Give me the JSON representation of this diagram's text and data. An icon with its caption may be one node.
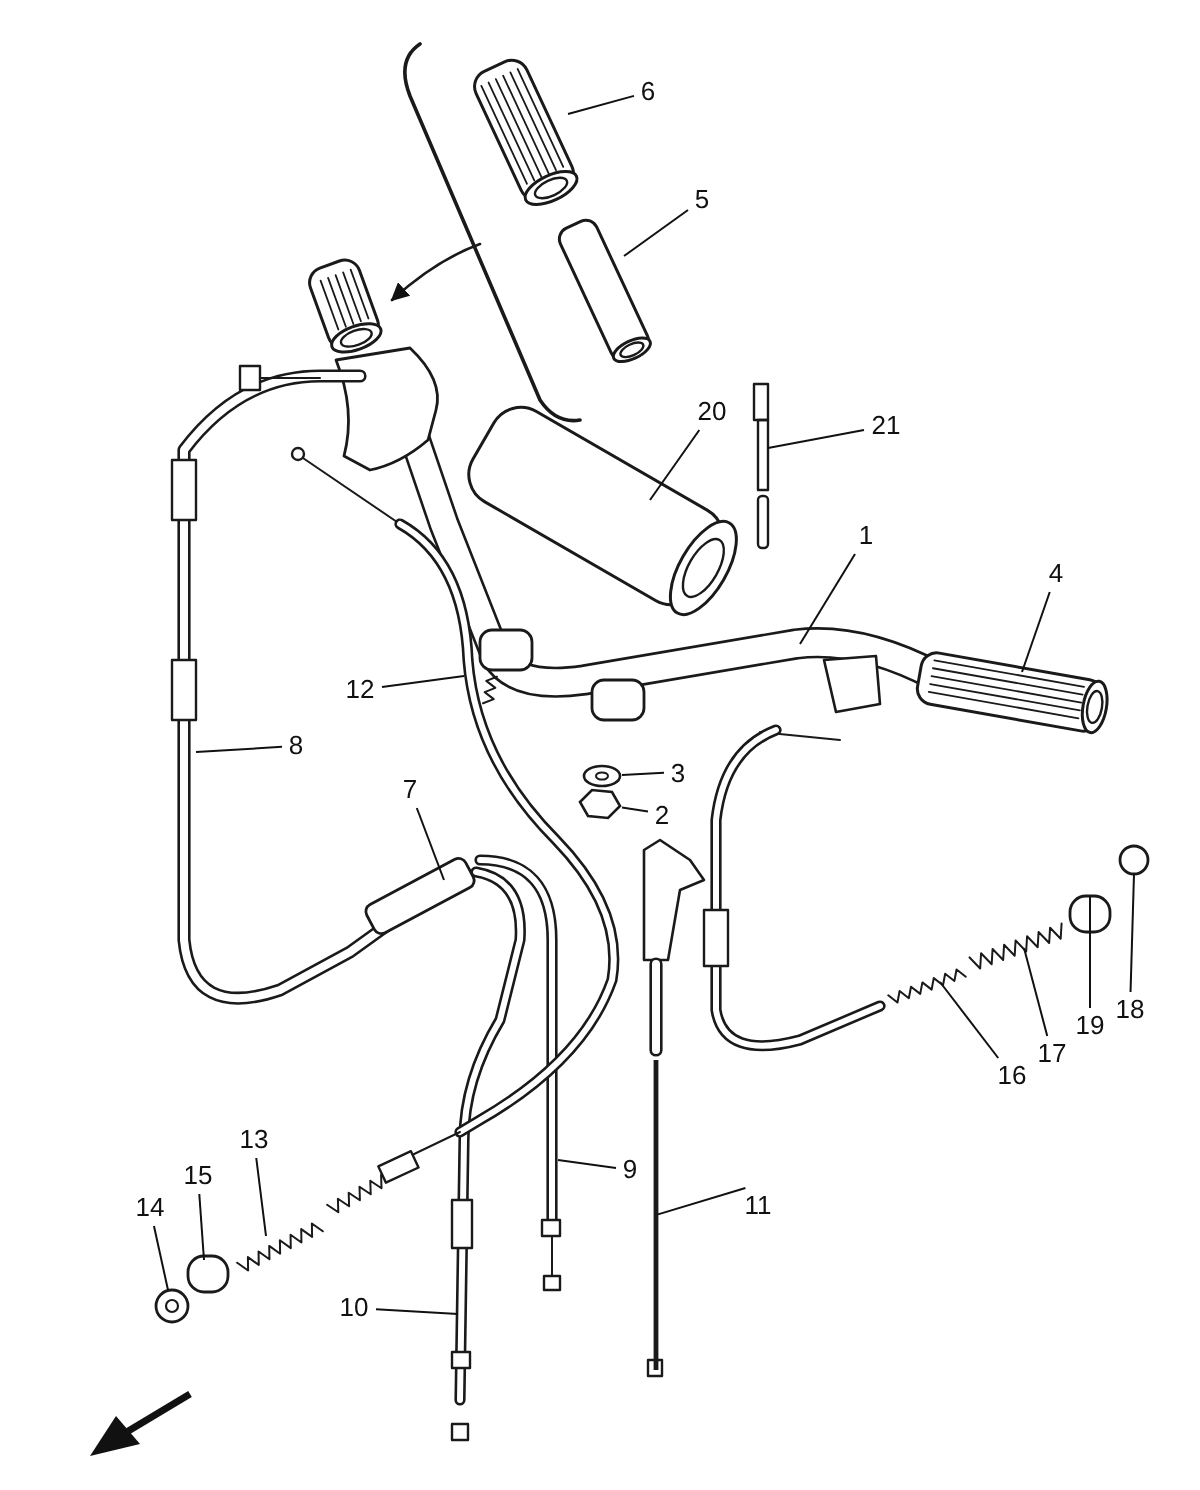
{
  "diagram": {
    "nodes": [
      {
        "text": [
          "1"
        ]
      },
      {
        "text": [
          "2"
        ]
      },
      {
        "text": [
          "3"
        ]
      },
      {
        "text": [
          "4"
        ]
      },
      {
        "text": [
          "5"
        ]
      },
      {
        "text": [
          "6"
        ]
      },
      {
        "text": [
          "7"
        ]
      },
      {
        "text": [
          "8"
        ]
      },
      {
        "text": [
          "9"
        ]
      },
      {
        "text": [
          "10"
        ]
      },
      {
        "text": [
          "11"
        ]
      },
      {
        "text": [
          "12"
        ]
      },
      {
        "text": [
          "13"
        ]
      },
      {
        "text": [
          "14"
        ]
      },
      {
        "text": [
          "15"
        ]
      },
      {
        "text": [
          "16"
        ]
      },
      {
        "text": [
          "17"
        ]
      },
      {
        "text": [
          "18"
        ]
      },
      {
        "text": [
          "19"
        ]
      },
      {
        "text": [
          "20"
        ]
      },
      {
        "text": [
          "21"
        ]
      },
      {
        "text": [],
        "shape": "picture"
      },
      {
        "text": [],
        "shape": "picture"
      },
      {
        "text": [],
        "shape": "picture"
      }
    ],
    "edges": [
      {
        "from": 0,
        "to": null,
        "arrow": "none"
      },
      {
        "from": 1,
        "to": 22,
        "arrow": "none"
      },
      {
        "from": 2,
        "to": 21,
        "arrow": "none"
      },
      {
        "from": 3,
        "to": null,
        "arrow": "none"
      },
      {
        "from": 4,
        "to": null,
        "arrow": "none"
      },
      {
        "from": 5,
        "to": null,
        "arrow": "none"
      },
      {
        "from": 6,
        "to": null,
        "arrow": "none"
      },
      {
        "from": 7,
        "to": null,
        "arrow": "none"
      },
      {
        "from": 8,
        "to": null,
        "arrow": "none"
      },
      {
        "from": 9,
        "to": null,
        "arrow": "none"
      },
      {
        "from": 10,
        "to": 23,
        "arrow": "none"
      },
      {
        "from": 11,
        "to": null,
        "arrow": "none"
      },
      {
        "from": 12,
        "to": null,
        "arrow": "none"
      },
      {
        "from": 13,
        "to": null,
        "arrow": "none"
      },
      {
        "from": 14,
        "to": null,
        "arrow": "none"
      },
      {
        "from": 15,
        "to": null,
        "arrow": "none"
      },
      {
        "from": 16,
        "to": null,
        "arrow": "none"
      },
      {
        "from": 17,
        "to": null,
        "arrow": "none"
      },
      {
        "from": 18,
        "to": null,
        "arrow": "none"
      },
      {
        "from": 19,
        "to": null,
        "arrow": "none"
      },
      {
        "from": 20,
        "to": null,
        "arrow": "none"
      }
    ]
  }
}
